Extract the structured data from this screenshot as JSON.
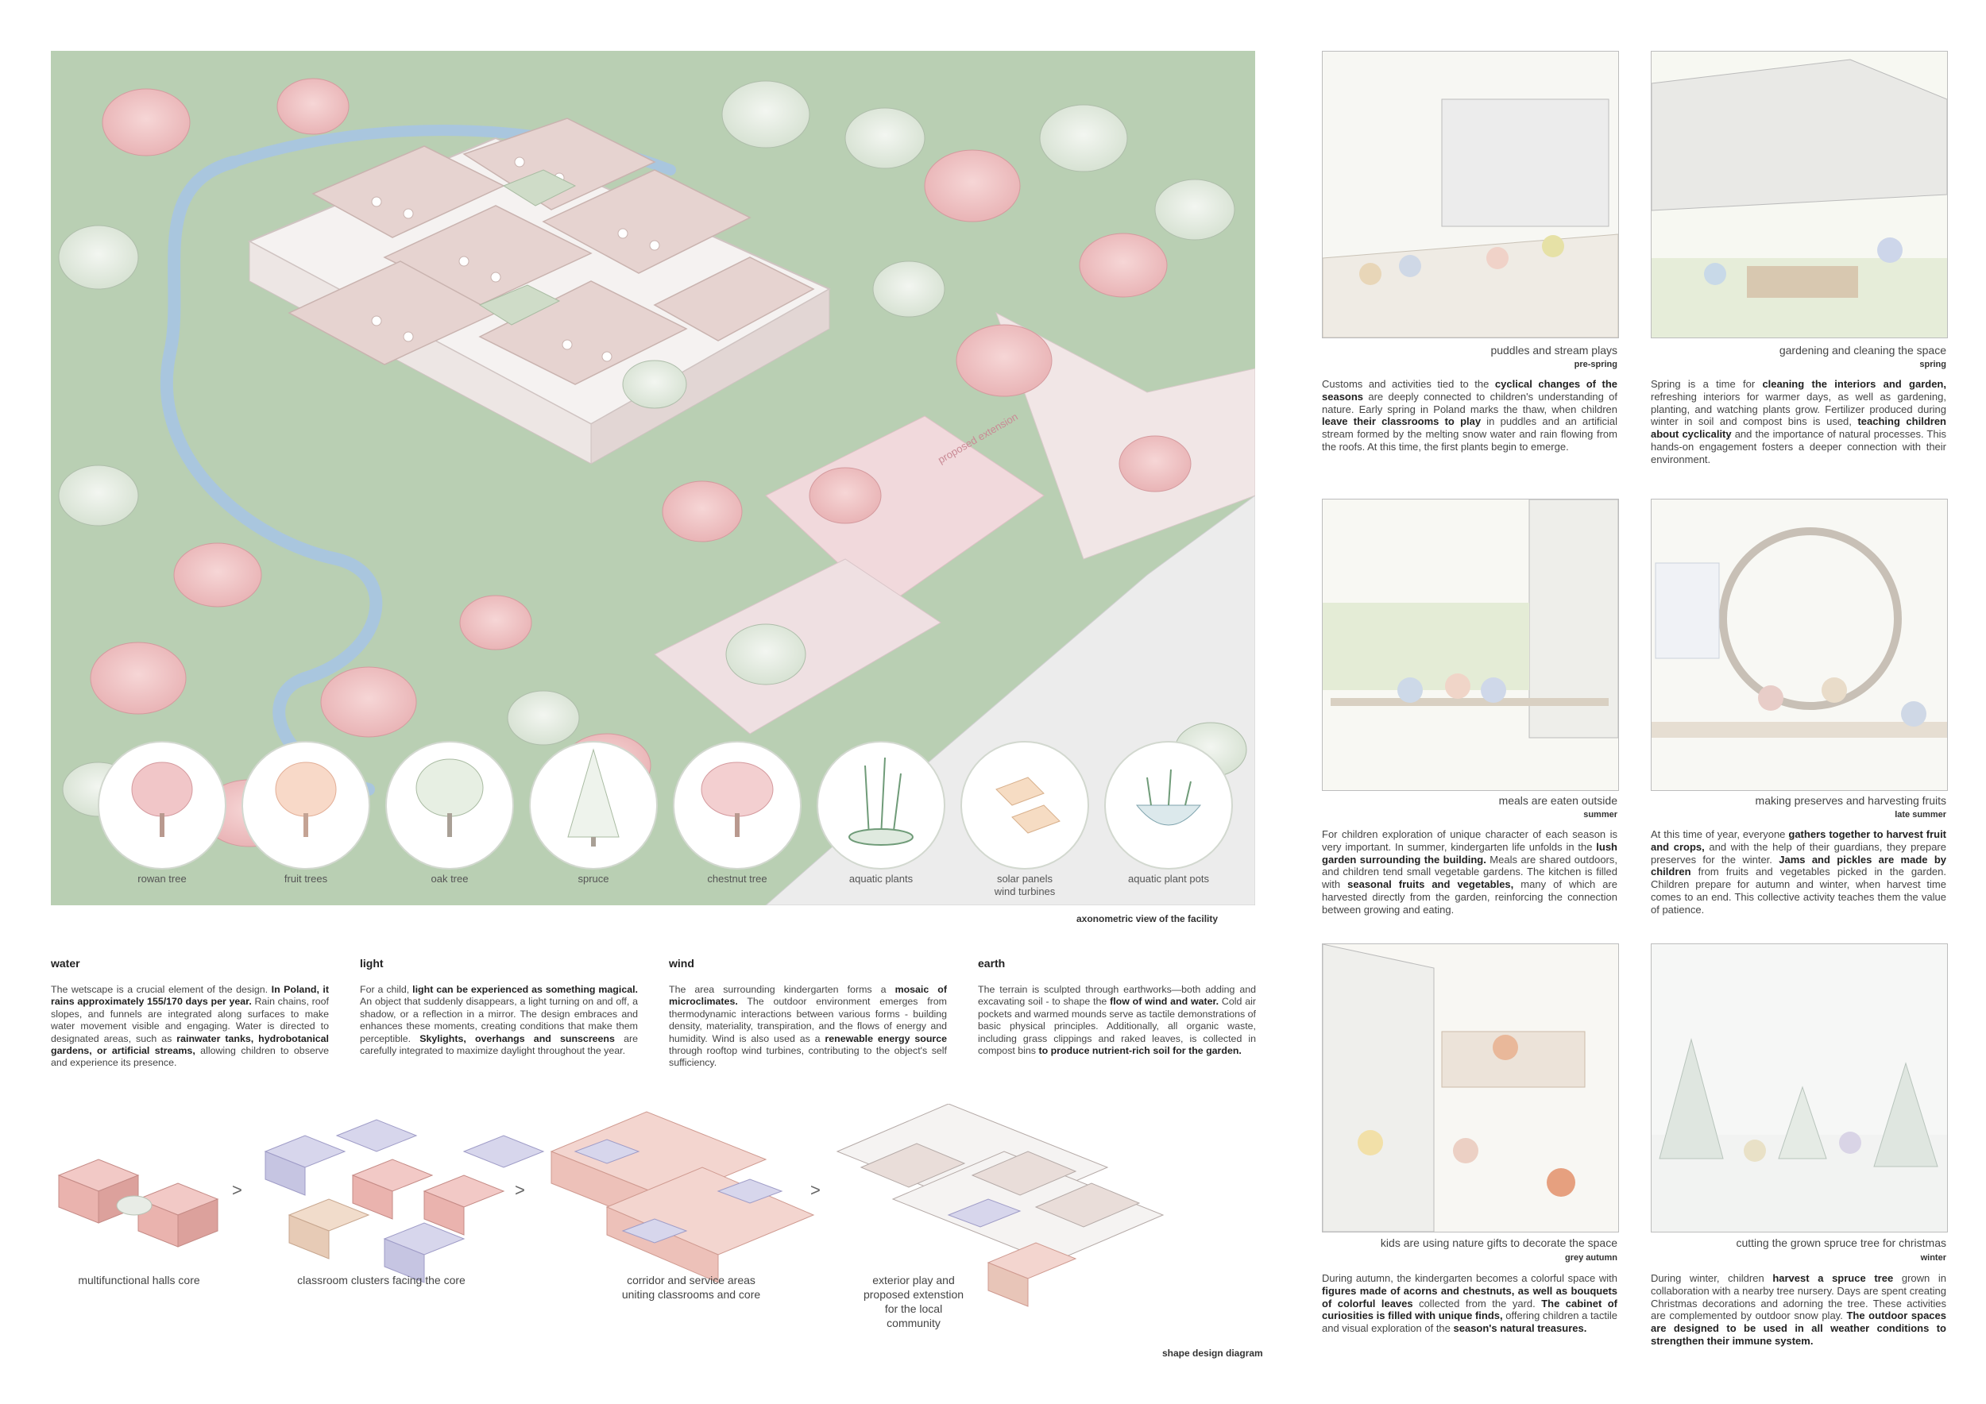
{
  "axo": {
    "caption": "axonometric view of the facility",
    "road_label": "proposed extension",
    "plants": [
      {
        "name": "rowan tree",
        "icon": "rowan-tree-icon"
      },
      {
        "name": "fruit trees",
        "icon": "fruit-tree-icon"
      },
      {
        "name": "oak tree",
        "icon": "oak-tree-icon"
      },
      {
        "name": "spruce",
        "icon": "spruce-icon"
      },
      {
        "name": "chestnut tree",
        "icon": "chestnut-tree-icon"
      },
      {
        "name": "aquatic plants",
        "icon": "aquatic-plants-icon"
      },
      {
        "name": "solar panels\nwind turbines",
        "icon": "solar-panel-icon"
      },
      {
        "name": "aquatic plant pots",
        "icon": "plant-pot-icon"
      }
    ],
    "colors": {
      "grass": "#b9cfb3",
      "roof": "#e6d3d0",
      "water": "#a9c6de",
      "pink_tree": "#f0c3c3",
      "white_tree": "#e9efe6"
    }
  },
  "concepts": {
    "water": {
      "title": "water",
      "p1": "The wetscape is a crucial element of the design. ",
      "b1": "In Poland, it rains approximately 155/170 days per year.",
      "p2": " Rain chains, roof slopes, and funnels are integrated along surfaces to make water movement visible and engaging. Water is directed to designated areas, such as ",
      "b2": "rainwater tanks, hydrobotanical gardens, or artificial streams,",
      "p3": " allowing children to observe and experience its presence."
    },
    "light": {
      "title": "light",
      "p1": "For a child, ",
      "b1": "light can be experienced as something magical.",
      "p2": " An object that suddenly disappears, a light turning on and off, a shadow, or a reflection in a mirror. The design embraces and enhances these moments, creating conditions that make them perceptible. ",
      "b2": "Skylights, overhangs and sunscreens",
      "p3": " are carefully integrated to maximize daylight throughout the year."
    },
    "wind": {
      "title": "wind",
      "p1": "The area surrounding kindergarten forms a ",
      "b1": "mosaic of microclimates.",
      "p2": " The outdoor environment emerges from thermodynamic interactions between various forms - building density, materiality, transpiration, and the flows of energy and humidity. Wind is also used as a ",
      "b2": "renewable energy source",
      "p3": " through rooftop wind turbines, contributing to the object's self sufficiency."
    },
    "earth": {
      "title": "earth",
      "p1": "The terrain is sculpted through earthworks—both adding and excavating soil - to shape the ",
      "b1": "flow of wind and water.",
      "p2": " Cold air pockets and warmed mounds serve as tactile demonstrations of basic physical principles. Additionally, all organic waste, including grass clippings and raked leaves, is collected in compost bins ",
      "b2": "to produce nutrient-rich soil for the garden.",
      "p3": ""
    }
  },
  "diagram": {
    "caption": "shape design diagram",
    "arrow": ">",
    "steps": [
      "multifunctional halls core",
      "classroom clusters facing the core",
      "corridor and service areas\nuniting classrooms and core",
      "exterior play and\nproposed extenstion\nfor the local\ncommunity"
    ]
  },
  "seasons": [
    {
      "caption": "puddles and stream plays",
      "season": "pre-spring",
      "t": [
        "Customs and activities tied to the ",
        "cyclical changes of the seasons",
        " are deeply connected to children's understanding of nature. Early spring in Poland marks the thaw, when children ",
        "leave their classrooms to play",
        " in puddles and an artificial stream formed by the melting snow water and rain flowing from the roofs. At this time, the first plants begin to emerge."
      ]
    },
    {
      "caption": "gardening and cleaning the space",
      "season": "spring",
      "t": [
        "Spring is a time for ",
        "cleaning the interiors and garden,",
        " refreshing interiors for warmer days, as well as gardening, planting, and watching plants grow. Fertilizer produced during winter in soil and compost bins is used, ",
        "teaching children about cyclicality",
        " and the importance of natural processes. This hands-on engagement fosters a deeper connection with their environment."
      ]
    },
    {
      "caption": "meals are eaten outside",
      "season": "summer",
      "t": [
        "For children exploration of unique character of each season is very important. In summer, kindergarten life unfolds in the ",
        "lush garden surrounding the building.",
        " Meals are shared outdoors, and children tend small vegetable gardens. The kitchen is filled with ",
        "seasonal fruits and vegetables,",
        " many of which are harvested directly from the garden, reinforcing the connection between growing and eating."
      ]
    },
    {
      "caption": "making preserves and harvesting fruits",
      "season": "late summer",
      "t": [
        "At this time of year, everyone ",
        "gathers together to harvest fruit and crops,",
        " and with the help of their guardians, they prepare preserves for the winter. ",
        "Jams and pickles are made by children",
        " from fruits and vegetables picked in the garden. Children prepare for autumn and winter, when harvest time comes to an end. This collective activity teaches them the value of patience."
      ]
    },
    {
      "caption": "kids are using nature gifts to decorate the space",
      "season": "grey autumn",
      "t": [
        "During autumn, the kindergarten becomes a colorful space with ",
        "figures made of acorns and chestnuts, as well as bouquets of colorful leaves",
        " collected from the yard. ",
        "The cabinet of curiosities is filled with unique finds,",
        " offering children a tactile and visual exploration of the ",
        "season's natural treasures."
      ]
    },
    {
      "caption": "cutting the grown spruce tree for christmas",
      "season": "winter",
      "t": [
        "During winter, children ",
        "harvest a spruce tree",
        " grown in collaboration with a nearby tree nursery. Days are spent creating Christmas decorations and adorning the tree. These activities are complemented by outdoor snow play. ",
        "The outdoor spaces are designed to be used in all weather conditions to strengthen their immune system.",
        ""
      ]
    }
  ]
}
